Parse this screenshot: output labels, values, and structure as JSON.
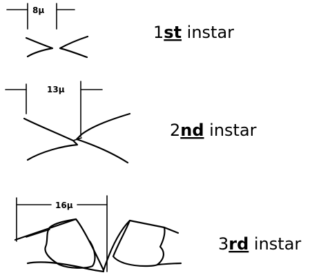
{
  "stages": [
    {
      "measurement": "8μ",
      "number": "1",
      "suffix": "st",
      "word": " instar"
    },
    {
      "measurement": "13μ",
      "number": "2",
      "suffix": "nd",
      "word": " instar"
    },
    {
      "measurement": "16μ",
      "number": "3",
      "suffix": "rd",
      "word": " instar"
    }
  ]
}
